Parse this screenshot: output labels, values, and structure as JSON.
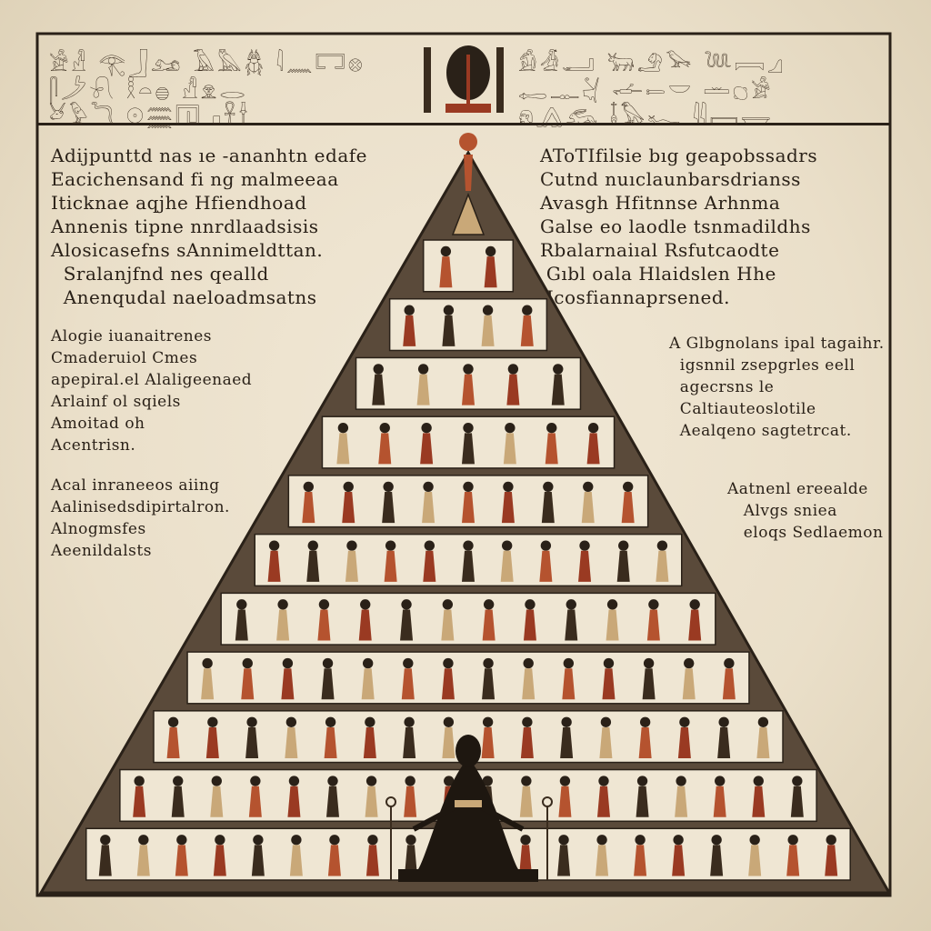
{
  "palette": {
    "paper": "#ece2cf",
    "ink": "#2a2118",
    "ochre_red": "#9a3a22",
    "terracotta": "#b5532f",
    "sand": "#c9a878",
    "pyramid_shade": "#5a4a3a"
  },
  "top_band": {
    "left_glyphs_1": "𓀀𓁐 𓂀𓃀𓃭 𓄿𓅓𓆣 𓇋𓈖𓉐𓊖",
    "left_glyphs_2": "𓋴𓌳𓍯 𓎛𓏏𓐍 𓀭𓁷𓂋",
    "left_glyphs_3": "𓃾𓅱𓆓 𓇳𓈗𓉔 𓊪𓋹𓌂",
    "right_glyphs_1": "𓀁𓁑𓂝 𓃒𓄂𓅨 𓆙𓇯𓈎",
    "right_glyphs_2": "𓉻𓊃𓋔 𓌡𓍿𓎟 𓏛𓐎𓀂",
    "right_glyphs_3": "𓁶𓂻𓃹 𓄤𓅃𓆑 𓇌𓈙𓉿"
  },
  "left_text": {
    "block_1": "Adijpunttd nas ıe -ananhtn edafe\nEacichensand fi ng malmeeaa\nIticknae aqjhe Hfiendhoad\nAnnenis tipne nnrdlaadsisis\nAlosicasefns sAnnimeldttan.\n  Sralanjfnd nes qealld\n  Anenqudal naeloadmsatns",
    "block_2": "Alogie iuanaitrenes\nCmaderuiol Cmes\napepiral.el Alaligeenaed\nArlainf ol sqiels\nAmoitad oh\nAcentrisn.",
    "block_3": "Acal inraneeos aiing\nAalinisedsdipirtalron.\nAlnogmsfes\nAeenildalsts"
  },
  "right_text": {
    "block_1": "AToTIfilsie bıg geapobssadrs\nCutnd nuıclaunbarsdrianss\nAvasgh Hfitnnse Arhnma\nGalse eo laodle tsnmadildhs\nRbalarnaiıal Rsfutcaodte\n Gıbl oala Hlaidslen Hhe\n Icosfiannaprsened.",
    "block_2": "A Glbgnolans ipal tagaihr.\n  igsnnil zsepgrles eell\n  agecrsns le\n  Caltiauteoslotile\n  Aealqeno sagtetrcat.",
    "block_3": "Aatnenl ereealde\n   Alvgs sniea\n   eloqs Sedlaemon"
  },
  "pyramid_tiers": 11
}
